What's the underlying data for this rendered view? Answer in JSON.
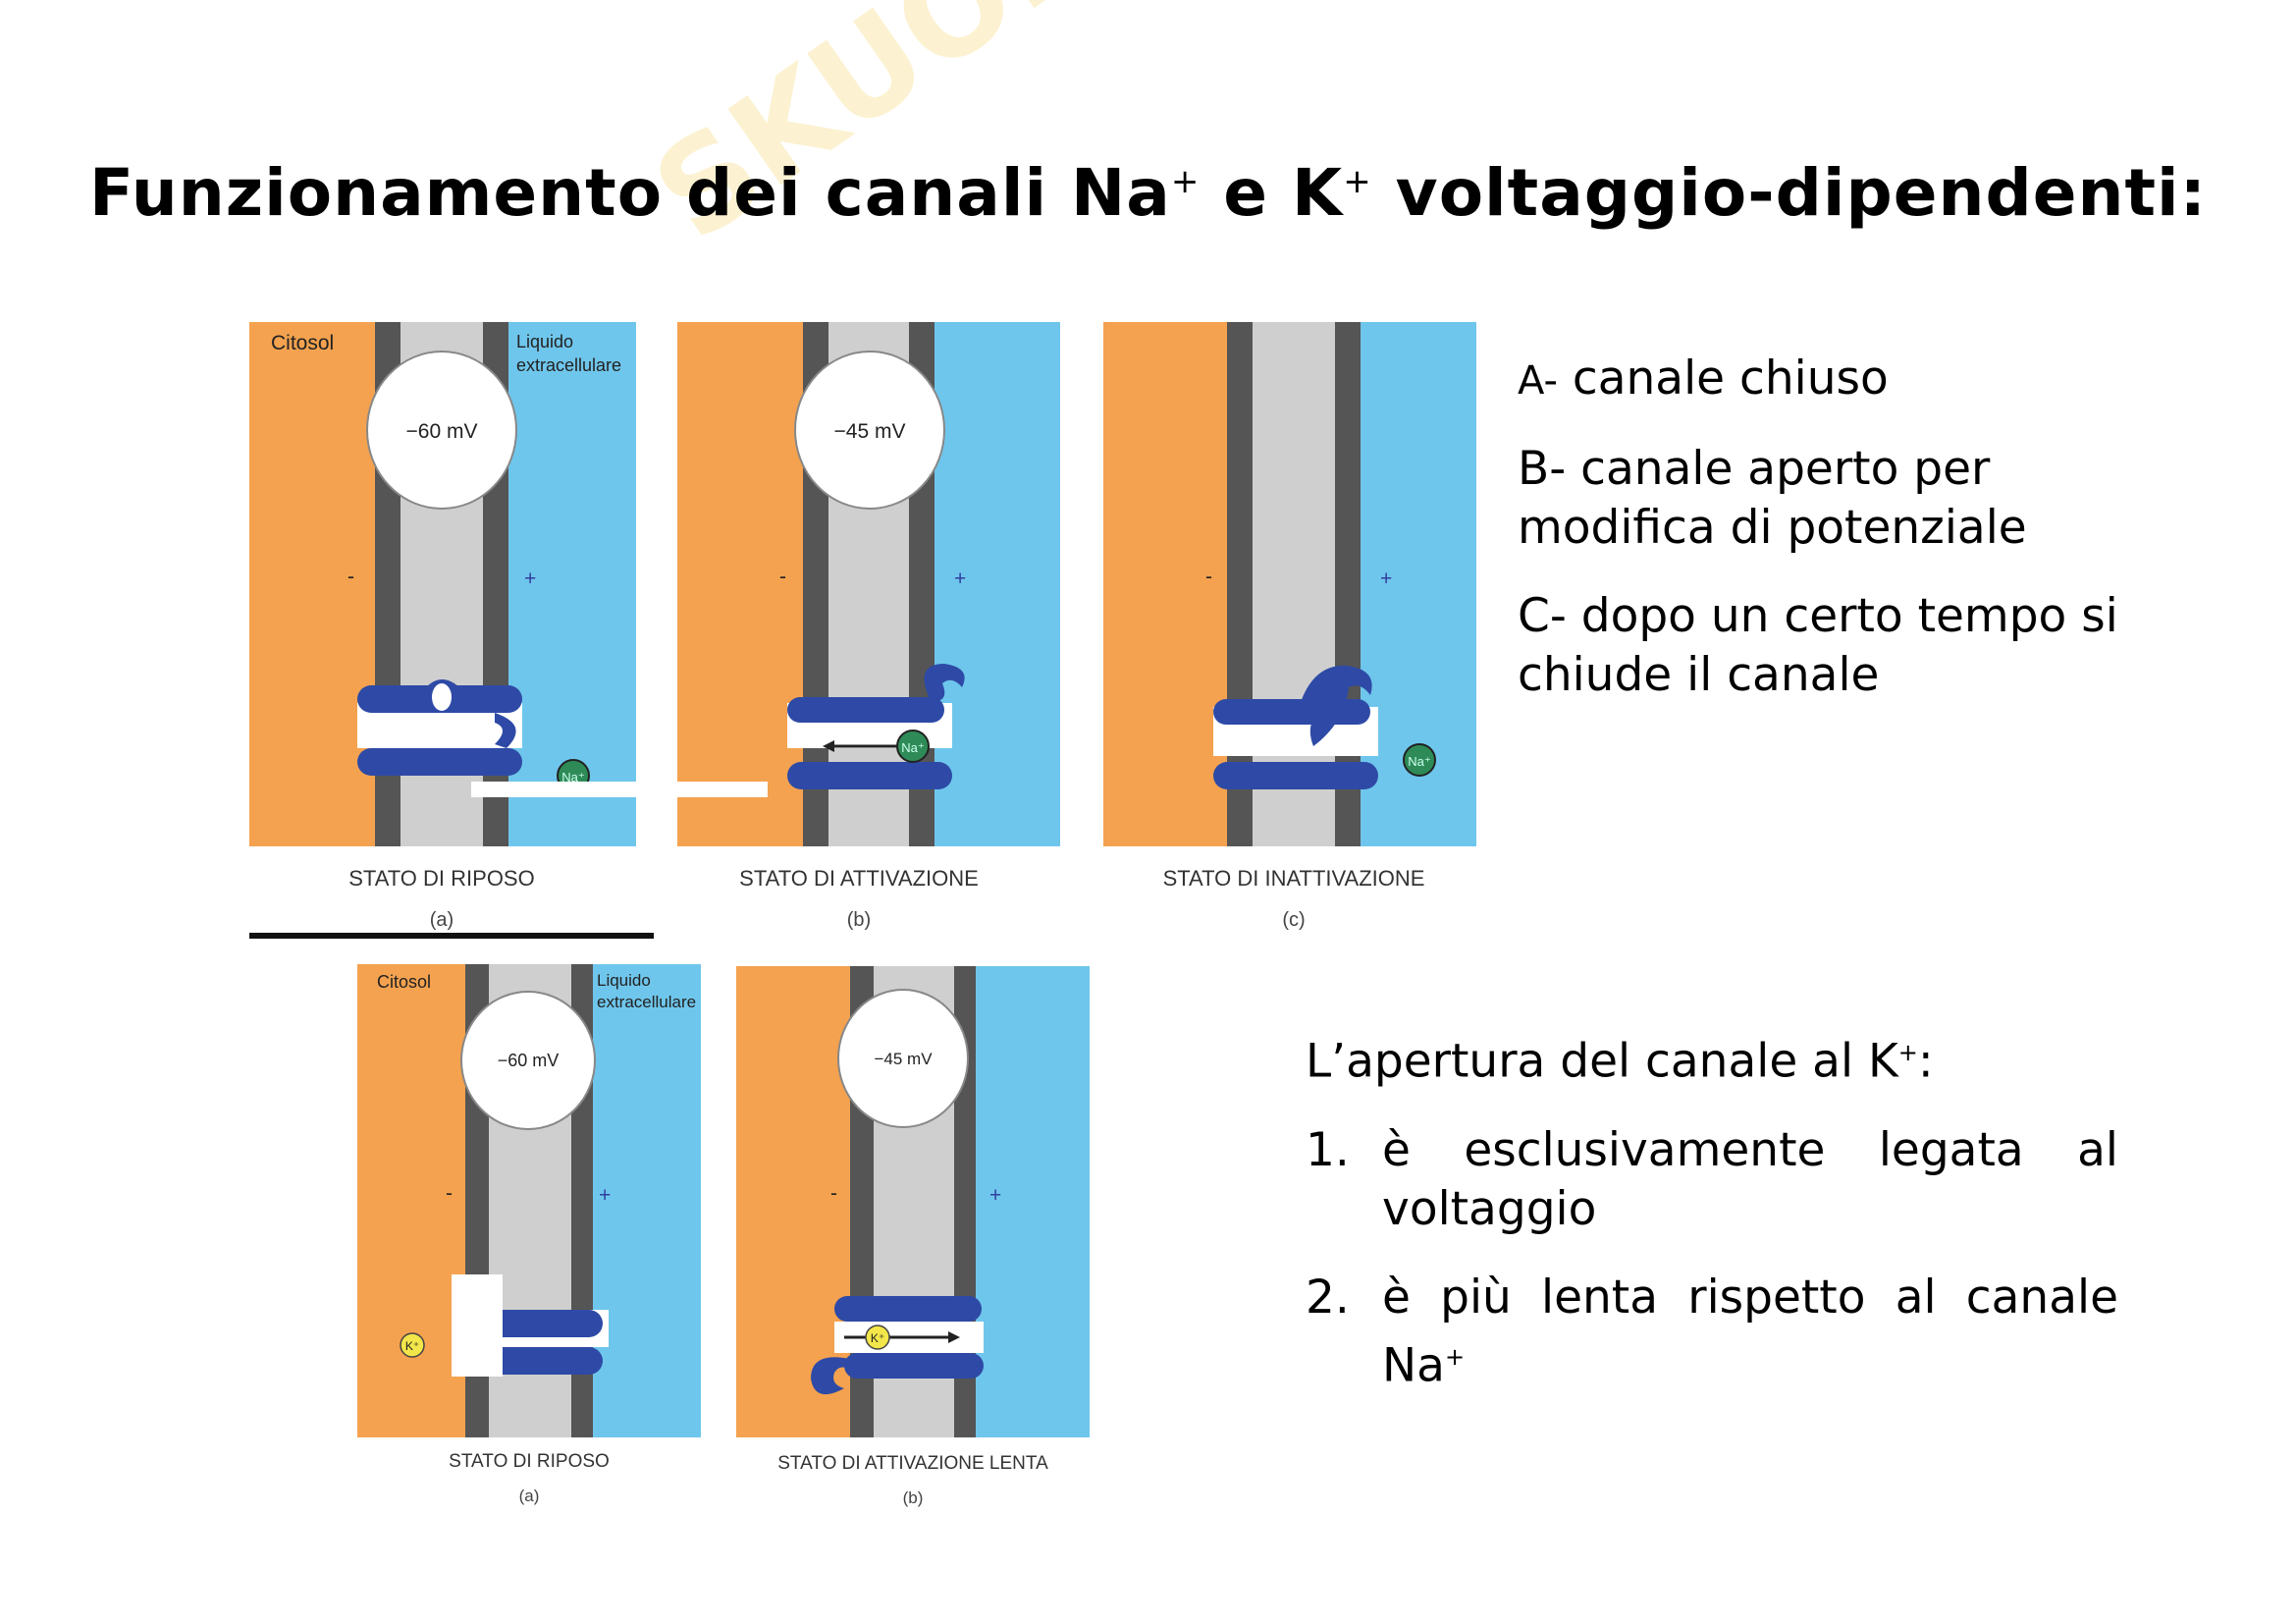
{
  "title": {
    "part1": "Funzionamento dei canali Na",
    "sup1": "+",
    "part2": " e K",
    "sup2": "+",
    "part3": " voltaggio-dipendenti:"
  },
  "watermark": {
    "text": "SKUOLA.NET"
  },
  "na_panels": [
    {
      "cytosol": "Citosol",
      "extracellular_line1": "Liquido",
      "extracellular_line2": "extracellulare",
      "voltage": "−60 mV",
      "minus": "-",
      "plus": "+",
      "ion": "Na⁺",
      "caption": "STATO DI RIPOSO",
      "sublabel": "(a)"
    },
    {
      "voltage": "−45 mV",
      "minus": "-",
      "plus": "+",
      "ion": "Na⁺",
      "caption": "STATO DI ATTIVAZIONE",
      "sublabel": "(b)"
    },
    {
      "minus": "-",
      "plus": "+",
      "ion": "Na⁺",
      "caption": "STATO DI INATTIVAZIONE",
      "sublabel": "(c)"
    }
  ],
  "k_panels": [
    {
      "cytosol": "Citosol",
      "extracellular_line1": "Liquido",
      "extracellular_line2": "extracellulare",
      "voltage": "−60 mV",
      "minus": "-",
      "plus": "+",
      "ion": "K⁺",
      "caption": "STATO DI RIPOSO",
      "sublabel": "(a)"
    },
    {
      "voltage": "−45 mV",
      "minus": "-",
      "plus": "+",
      "ion": "K⁺",
      "caption": "STATO DI ATTIVAZIONE LENTA",
      "sublabel": "(b)"
    }
  ],
  "na_legend": [
    {
      "label": "A-",
      "text": "canale chiuso"
    },
    {
      "label": "B-",
      "text": "canale aperto per modifica di potenziale"
    },
    {
      "label": "C-",
      "text": "dopo un certo tempo si chiude il canale"
    }
  ],
  "k_text": {
    "heading": "L’apertura del canale al K",
    "heading_sup": "+",
    "heading_end": ":",
    "items": [
      {
        "num": "1.",
        "text": "è esclusivamente legata al voltaggio"
      },
      {
        "num": "2.",
        "text": "è più lenta rispetto al canale Na",
        "sup": "+"
      }
    ]
  },
  "colors": {
    "cytosol": "#f4a24f",
    "extracellular": "#6fc6ec",
    "membrane": "#555555",
    "pore": "#cfcfcf",
    "channel": "#2e4aa6",
    "ion_na": "#2e8b57",
    "ion_k": "#f2e64a"
  }
}
